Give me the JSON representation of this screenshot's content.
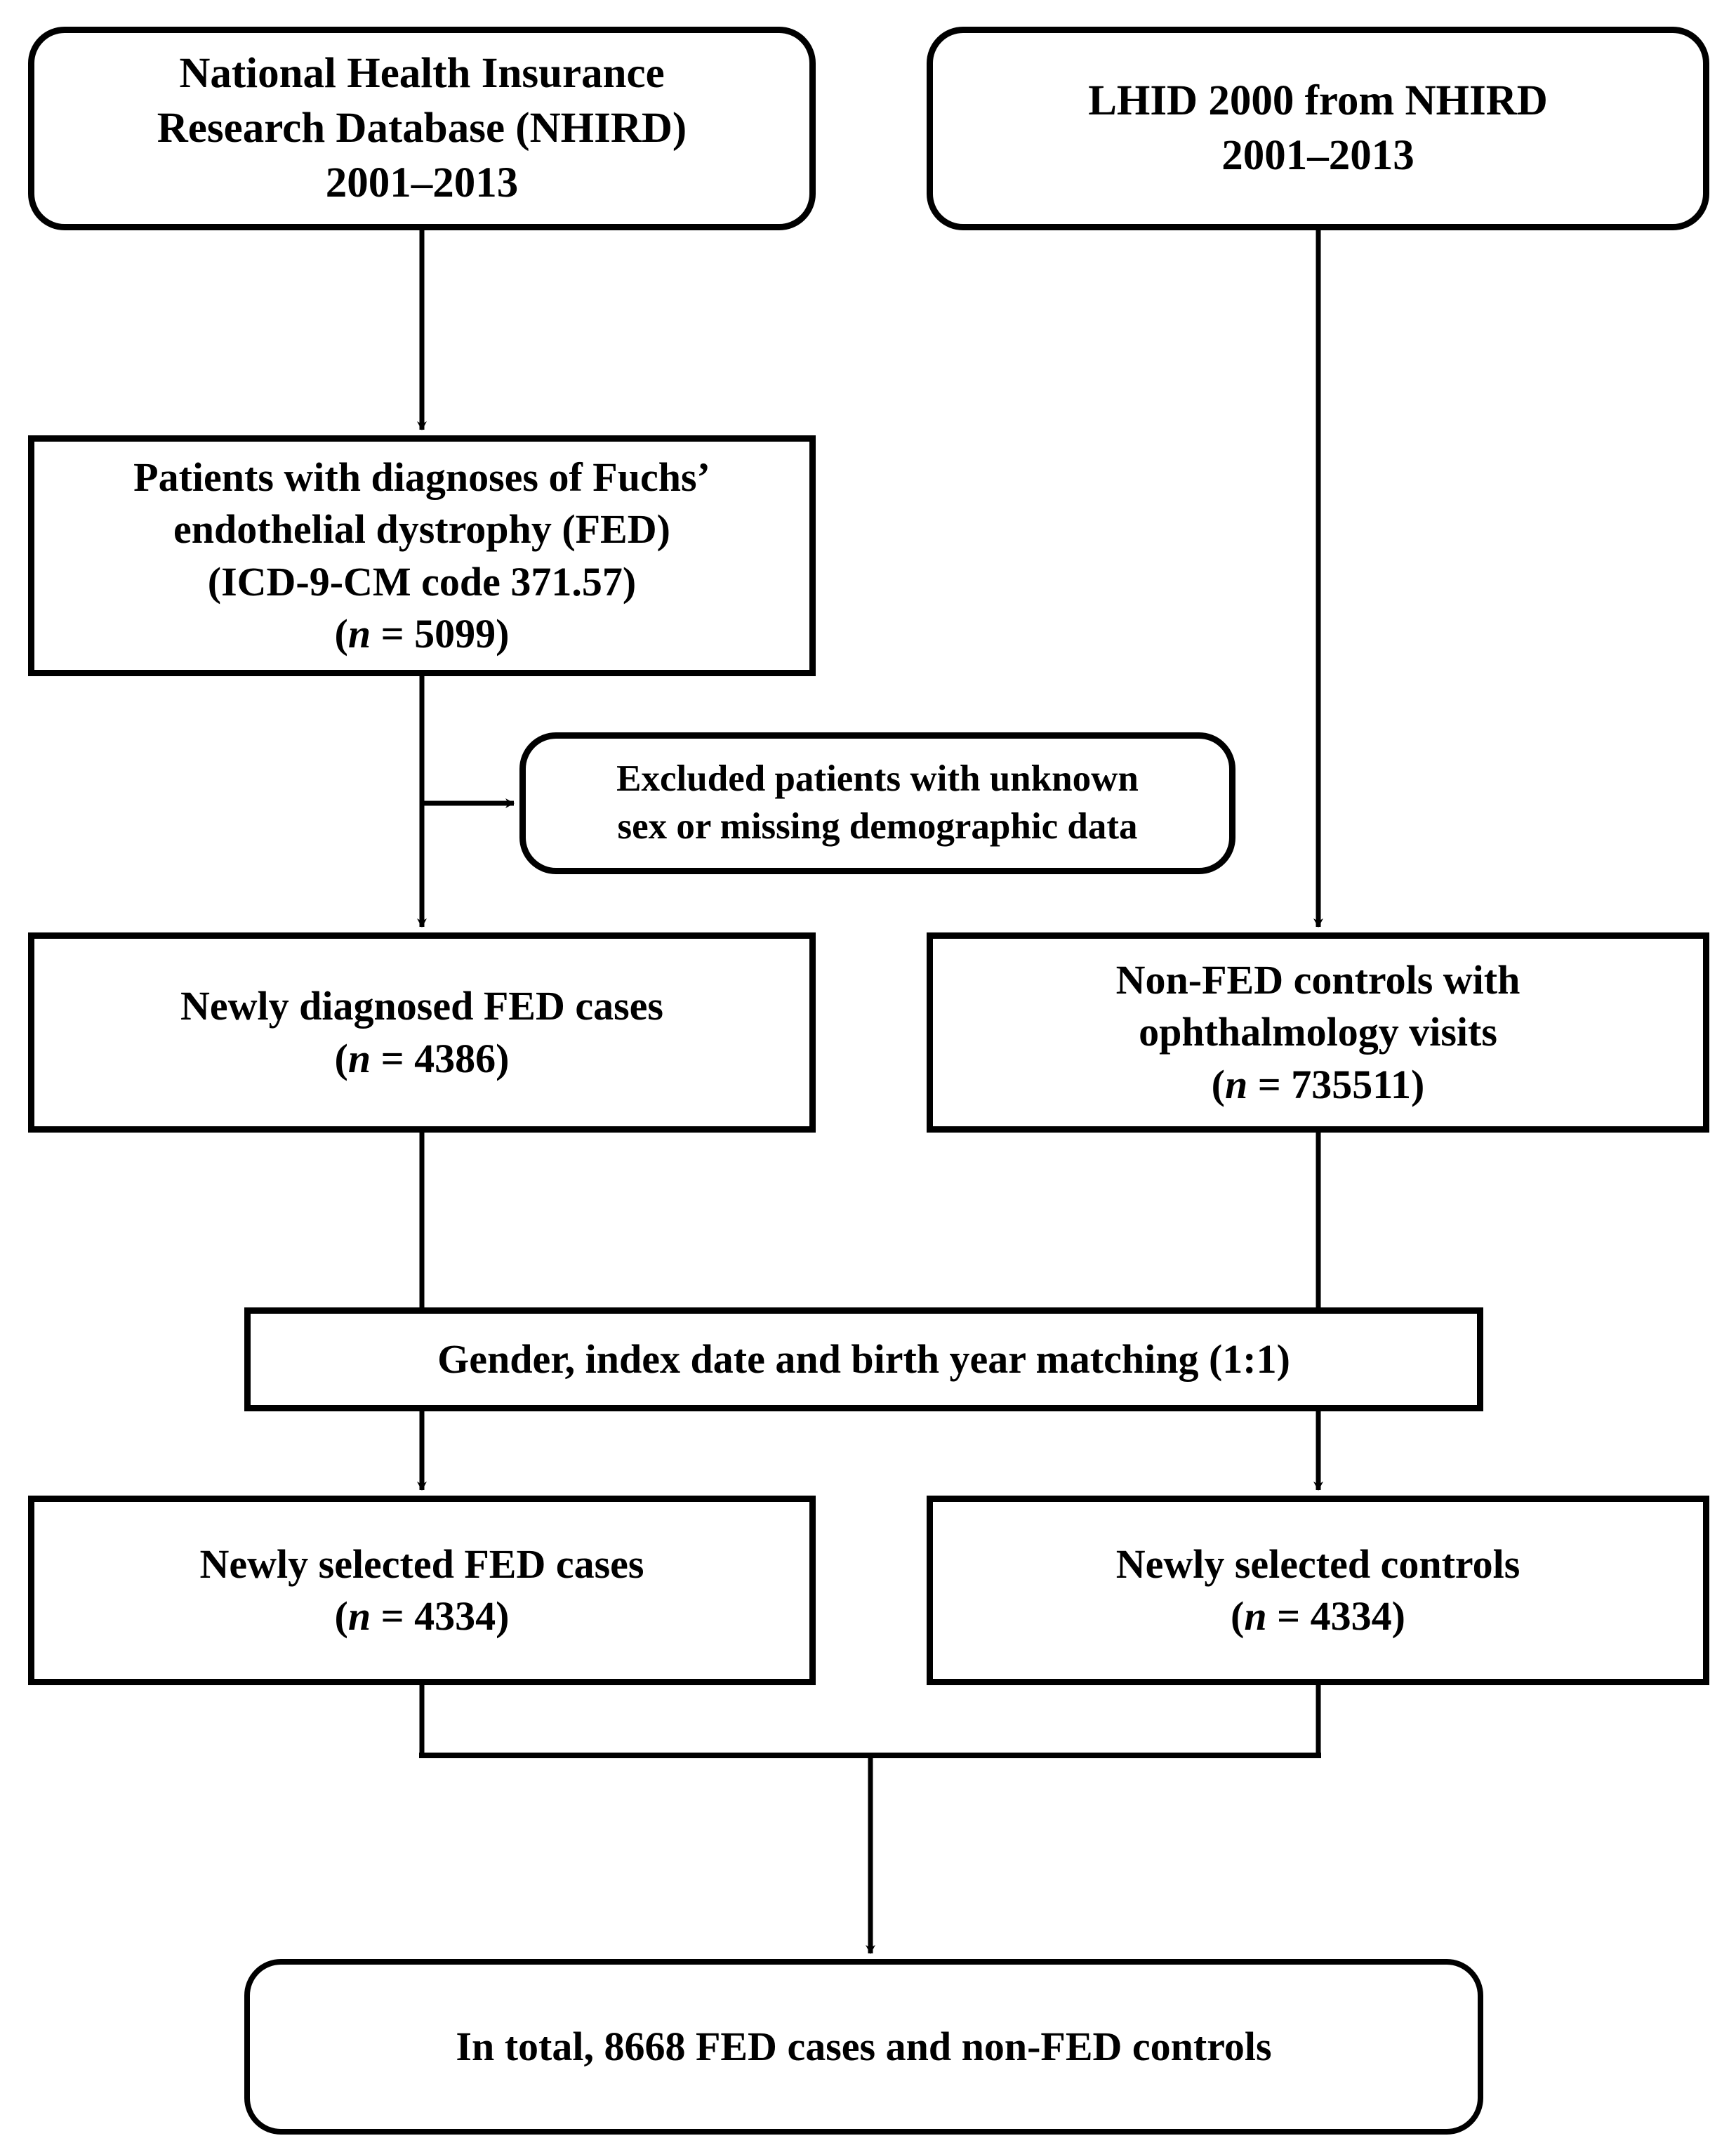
{
  "diagram": {
    "title": "Study population selection flowchart",
    "type": "flowchart",
    "colors": {
      "stroke": "#000000",
      "fill": "#ffffff",
      "text": "#000000"
    },
    "nodes": {
      "nhird": {
        "shape": "rounded-rectangle",
        "lines": [
          "National Health Insurance",
          "Research Database (NHIRD)",
          "2001–2013"
        ]
      },
      "lhid": {
        "shape": "rounded-rectangle",
        "lines": [
          "LHID 2000 from NHIRD",
          "2001–2013"
        ]
      },
      "fed_dx": {
        "shape": "rectangle",
        "lines": [
          "Patients with diagnoses of Fuchs’",
          "endothelial dystrophy (FED)",
          "(ICD-9-CM code 371.57)"
        ],
        "count_prefix": "(",
        "count_italic": "n",
        "count_suffix": " = 5099)"
      },
      "excluded": {
        "shape": "rounded-rectangle",
        "lines": [
          "Excluded patients with unknown",
          "sex or missing demographic data"
        ]
      },
      "new_cases": {
        "shape": "rectangle",
        "lines": [
          "Newly diagnosed FED cases"
        ],
        "count_prefix": "(",
        "count_italic": "n",
        "count_suffix": " = 4386)"
      },
      "controls": {
        "shape": "rectangle",
        "lines": [
          "Non-FED controls with",
          "ophthalmology visits"
        ],
        "count_prefix": "(",
        "count_italic": "n",
        "count_suffix": " = 735511)"
      },
      "matching": {
        "shape": "rectangle",
        "lines": [
          "Gender, index date and birth year matching (1:1)"
        ]
      },
      "sel_cases": {
        "shape": "rectangle",
        "lines": [
          "Newly selected FED cases"
        ],
        "count_prefix": "(",
        "count_italic": "n",
        "count_suffix": " = 4334)"
      },
      "sel_controls": {
        "shape": "rectangle",
        "lines": [
          "Newly selected controls"
        ],
        "count_prefix": "(",
        "count_italic": "n",
        "count_suffix": " = 4334)"
      },
      "total": {
        "shape": "rounded-rectangle",
        "lines": [
          "In total, 8668 FED cases and non-FED controls"
        ]
      }
    },
    "edges": [
      {
        "from": "nhird",
        "to": "fed_dx",
        "direction": "down",
        "arrow": true
      },
      {
        "from": "lhid",
        "to": "controls",
        "direction": "down",
        "arrow": true
      },
      {
        "from": "fed_dx",
        "to": "excluded",
        "direction": "right",
        "arrow": true
      },
      {
        "from": "fed_dx",
        "to": "new_cases",
        "direction": "down",
        "arrow": true
      },
      {
        "from": "new_cases",
        "to": "matching",
        "direction": "down",
        "arrow": false
      },
      {
        "from": "controls",
        "to": "matching",
        "direction": "down",
        "arrow": false
      },
      {
        "from": "matching",
        "to": "sel_cases",
        "direction": "down",
        "arrow": true
      },
      {
        "from": "matching",
        "to": "sel_controls",
        "direction": "down",
        "arrow": true
      },
      {
        "from": "sel_cases",
        "to": "total",
        "direction": "merge",
        "arrow": true
      },
      {
        "from": "sel_controls",
        "to": "total",
        "direction": "merge",
        "arrow": true
      }
    ]
  }
}
